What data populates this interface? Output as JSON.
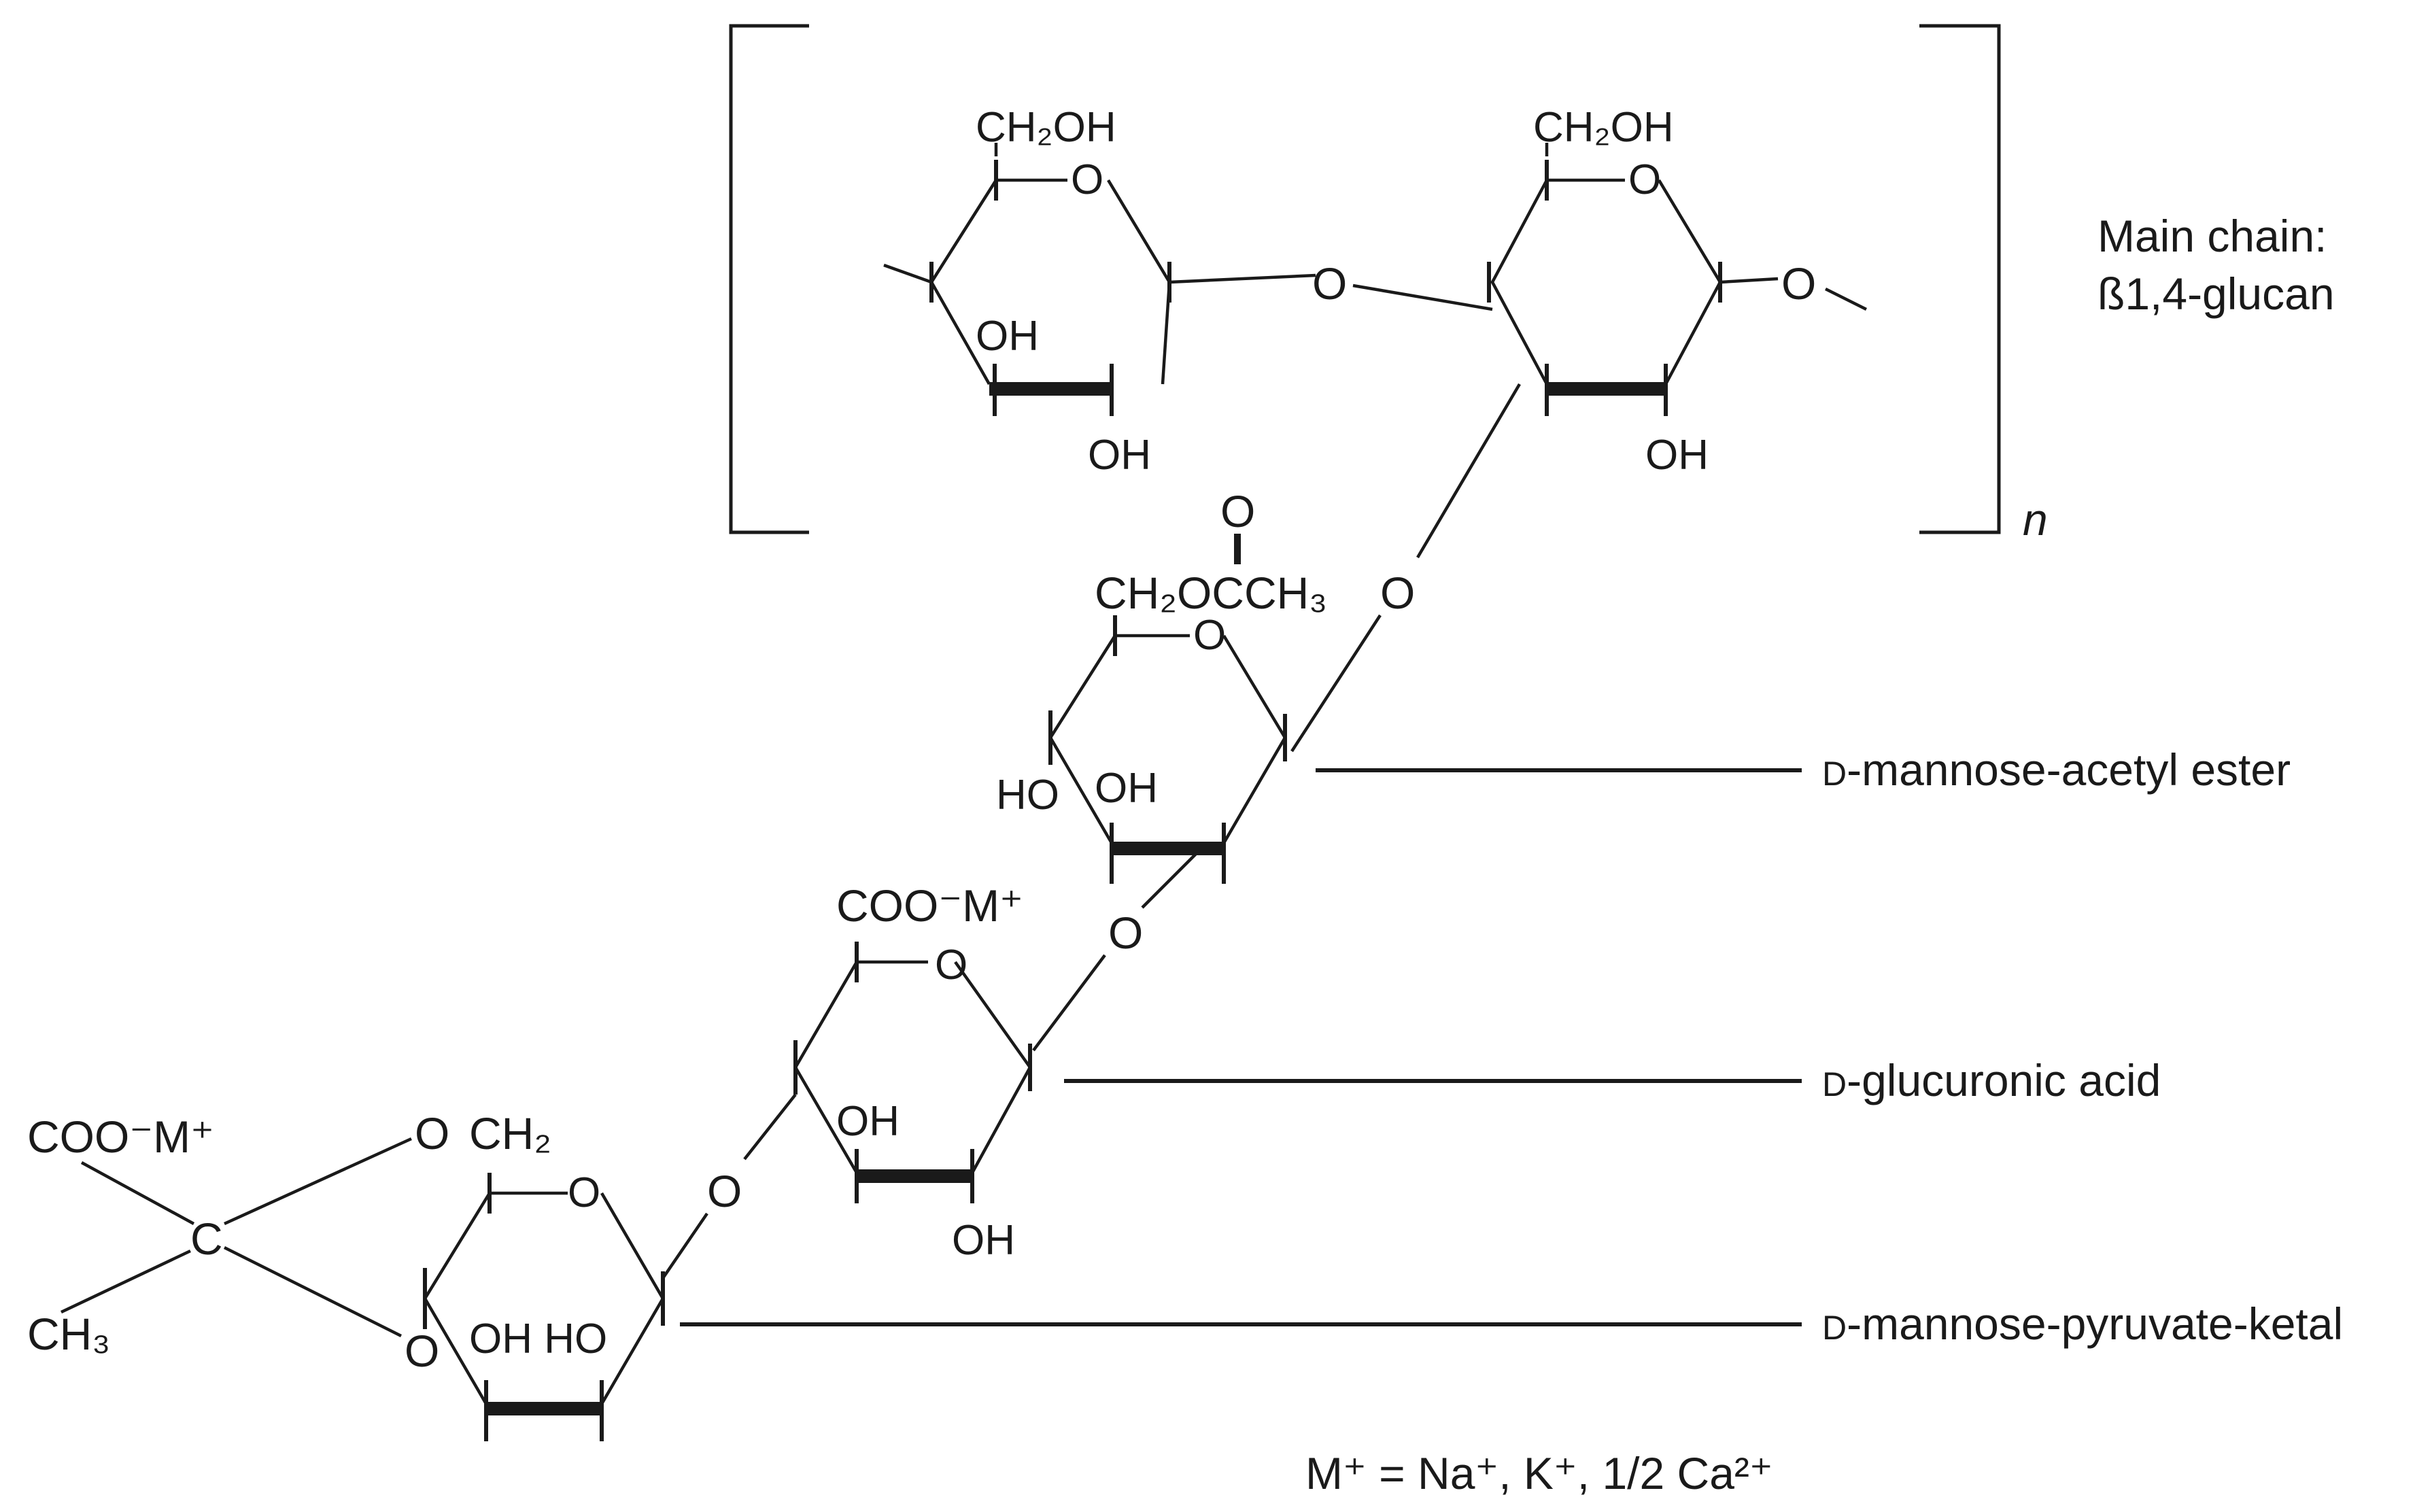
{
  "formula_text": {
    "ring1_ch2oh": "CH₂OH",
    "ring1_o": "O",
    "ring1_oh_left": "OH",
    "ring1_oh_bottom": "OH",
    "ring2_ch2oh": "CH₂OH",
    "ring2_o": "O",
    "ring2_oh_bottom": "OH",
    "bridge_o": "O",
    "tail_o": "O",
    "repeat_index": "n",
    "link_o_main_to_mannose": "O",
    "acetyl_carbonyl_o": "O",
    "acetyl_group": "CH₂OCCH₃",
    "mannose_ring_o": "O",
    "mannose_ho": "HO",
    "mannose_oh": "OH",
    "link_o_mannose_to_glucuronic": "O",
    "glucuronic_coo": "COO⁻M⁺",
    "glucuronic_ring_o": "O",
    "glucuronic_oh_upper": "OH",
    "glucuronic_oh_bottom": "OH",
    "link_o_glucuronic_to_pyruvate": "O",
    "pyruvate_coo": "COO⁻M⁺",
    "pyruvate_o_top": "O",
    "pyruvate_ch2": "CH₂",
    "pyruvate_ring_o": "O",
    "pyruvate_c": "C",
    "pyruvate_ch3": "CH₃",
    "pyruvate_o_bottom": "O",
    "pyruvate_ohho": "OH HO"
  },
  "labels": {
    "main_chain_line1": "Main chain:",
    "main_chain_line2": "ß1,4-glucan",
    "mannose_acetyl_prefix": "D",
    "mannose_acetyl_rest": "-mannose-acetyl ester",
    "glucuronic_prefix": "D",
    "glucuronic_rest": "-glucuronic acid",
    "mannose_pyruvate_prefix": "D",
    "mannose_pyruvate_rest": "-mannose-pyruvate-ketal",
    "cation_note": "M⁺ = Na⁺, K⁺, 1/2 Ca²⁺"
  },
  "colors": {
    "ink": "#1a1a1a",
    "background": "#ffffff"
  }
}
